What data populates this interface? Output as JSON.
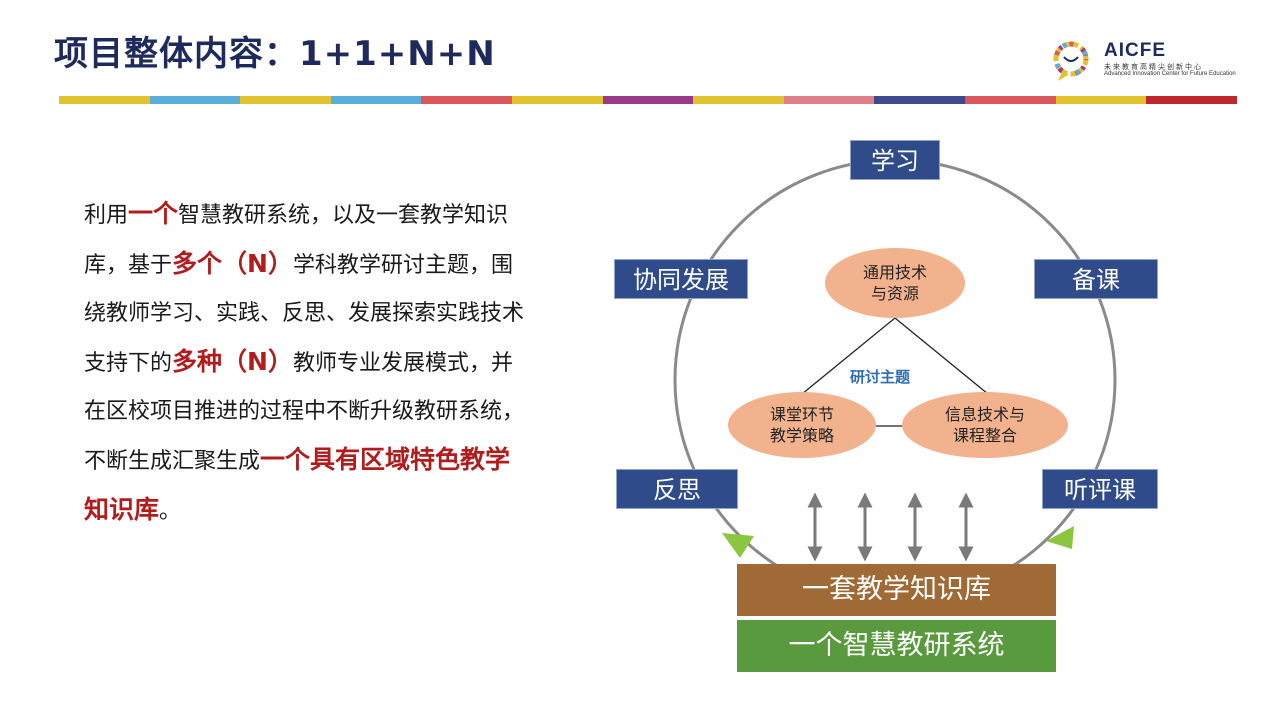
{
  "header": {
    "title": "项目整体内容：1+1+N+N",
    "logo": {
      "name": "AICFE",
      "cn": "未来教育高精尖创新中心",
      "en": "Advanced Innovation Center for Future Education"
    },
    "color_bar": [
      "#e2c22d",
      "#5aaedc",
      "#e2c22d",
      "#5aaedc",
      "#d9565c",
      "#e2c22d",
      "#9b3a8a",
      "#e2c22d",
      "#de7f8a",
      "#3f4a8c",
      "#d9565c",
      "#e2c22d",
      "#c0272d"
    ]
  },
  "body": {
    "segments": [
      {
        "text": "利用",
        "hl": false
      },
      {
        "text": "一个",
        "hl": true
      },
      {
        "text": "智慧教研系统，以及一套教学知识库，基于",
        "hl": false
      },
      {
        "text": "多个（N）",
        "hl": true
      },
      {
        "text": "学科教学研讨主题，围绕教师学习、实践、反思、发展探索实践技术支持下的",
        "hl": false
      },
      {
        "text": "多种（N）",
        "hl": true
      },
      {
        "text": "教师专业发展模式，并在区校项目推进的过程中不断升级教研系统，不断生成汇聚生成",
        "hl": false
      },
      {
        "text": "一个具有区域特色教学知识库",
        "hl": true
      },
      {
        "text": "。",
        "hl": false
      }
    ]
  },
  "diagram": {
    "cycle": {
      "top": "学习",
      "upper_left": "协同发展",
      "upper_right": "备课",
      "lower_left": "反思",
      "lower_right": "听评课"
    },
    "center_label": "研讨主题",
    "ovals": {
      "top": [
        "通用技术",
        "与资源"
      ],
      "left": [
        "课堂环节",
        "教学策略"
      ],
      "right": [
        "信息技术与",
        "课程整合"
      ]
    },
    "base": {
      "upper": "一套教学知识库",
      "lower": "一个智慧教研系统"
    },
    "colors": {
      "label_box": "#2f4b8a",
      "oval": "#f2b28d",
      "arrow_head": "#8cc63f",
      "base_upper": "#a06a36",
      "base_lower": "#5a9a3e",
      "highlight": "#b11c1c"
    }
  }
}
